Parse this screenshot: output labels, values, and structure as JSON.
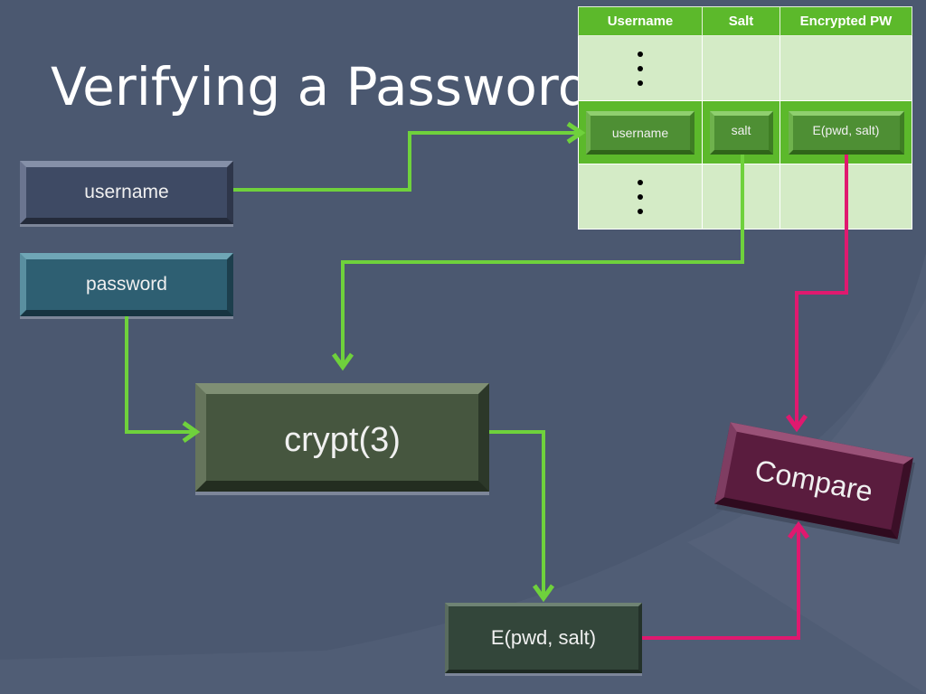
{
  "slide": {
    "title": "Verifying a Password"
  },
  "table": {
    "headers": [
      "Username",
      "Salt",
      "Encrypted PW"
    ],
    "row": {
      "username": "username",
      "salt": "salt",
      "encrypted": "E(pwd, salt)"
    }
  },
  "inputs": {
    "username": "username",
    "password": "password"
  },
  "process": {
    "crypt": "crypt(3)",
    "output": "E(pwd, salt)",
    "compare": "Compare"
  },
  "colors": {
    "background": "#4b5870",
    "header_green": "#5cb92b",
    "cell_green": "#d4ebc6",
    "arrow_green": "#6fd13c",
    "arrow_pink": "#e0196f",
    "compare_fill": "#5a1c3e"
  }
}
